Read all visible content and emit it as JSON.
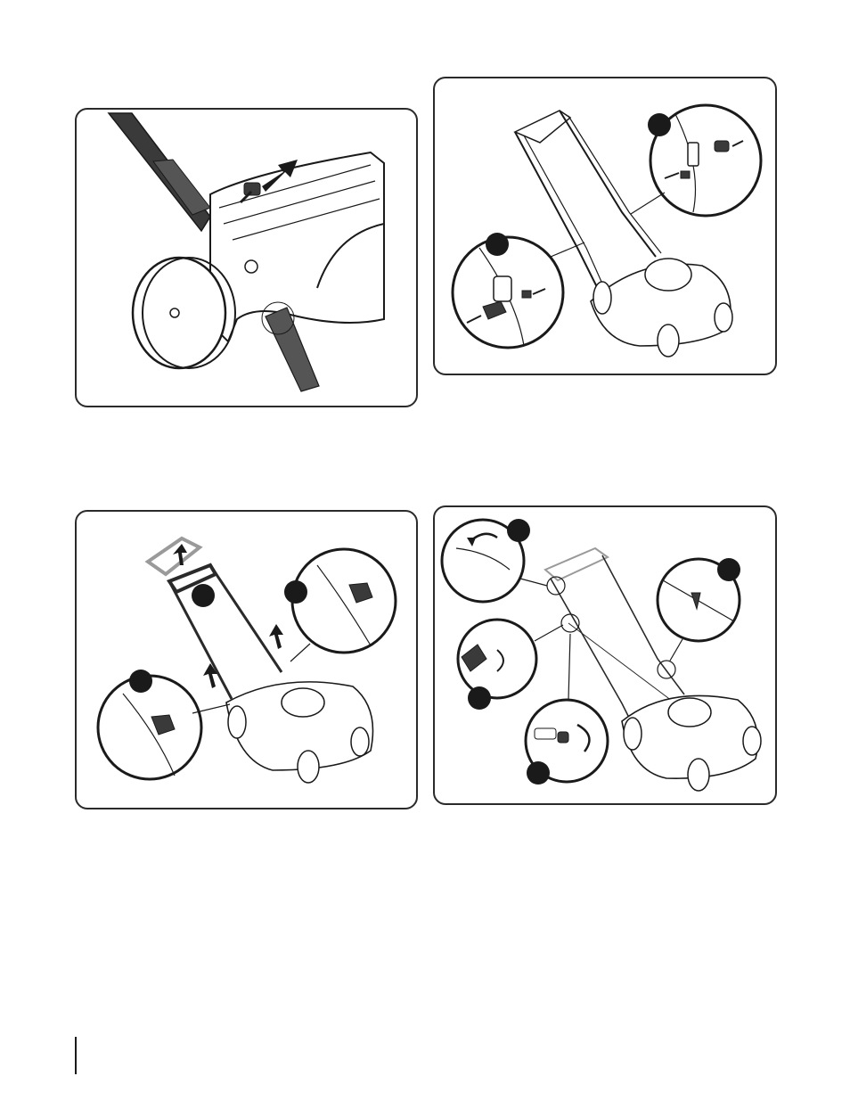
{
  "figures": [
    {
      "id": "handle-bolt-removal",
      "callouts": []
    },
    {
      "id": "handle-knob-attach",
      "callouts": []
    },
    {
      "id": "handle-raise",
      "callouts": []
    },
    {
      "id": "cable-routing",
      "callouts": []
    }
  ],
  "colors": {
    "outline": "#2a2a2a",
    "fill_light": "#ffffff",
    "part_dark": "#3a3a3a",
    "part_gray": "#9a9a9a",
    "callout_badge": "#1a1a1a"
  },
  "icons": [
    "arrow-icon",
    "knob-icon",
    "bolt-icon",
    "rotate-arrow-icon",
    "cable-tie-icon"
  ]
}
